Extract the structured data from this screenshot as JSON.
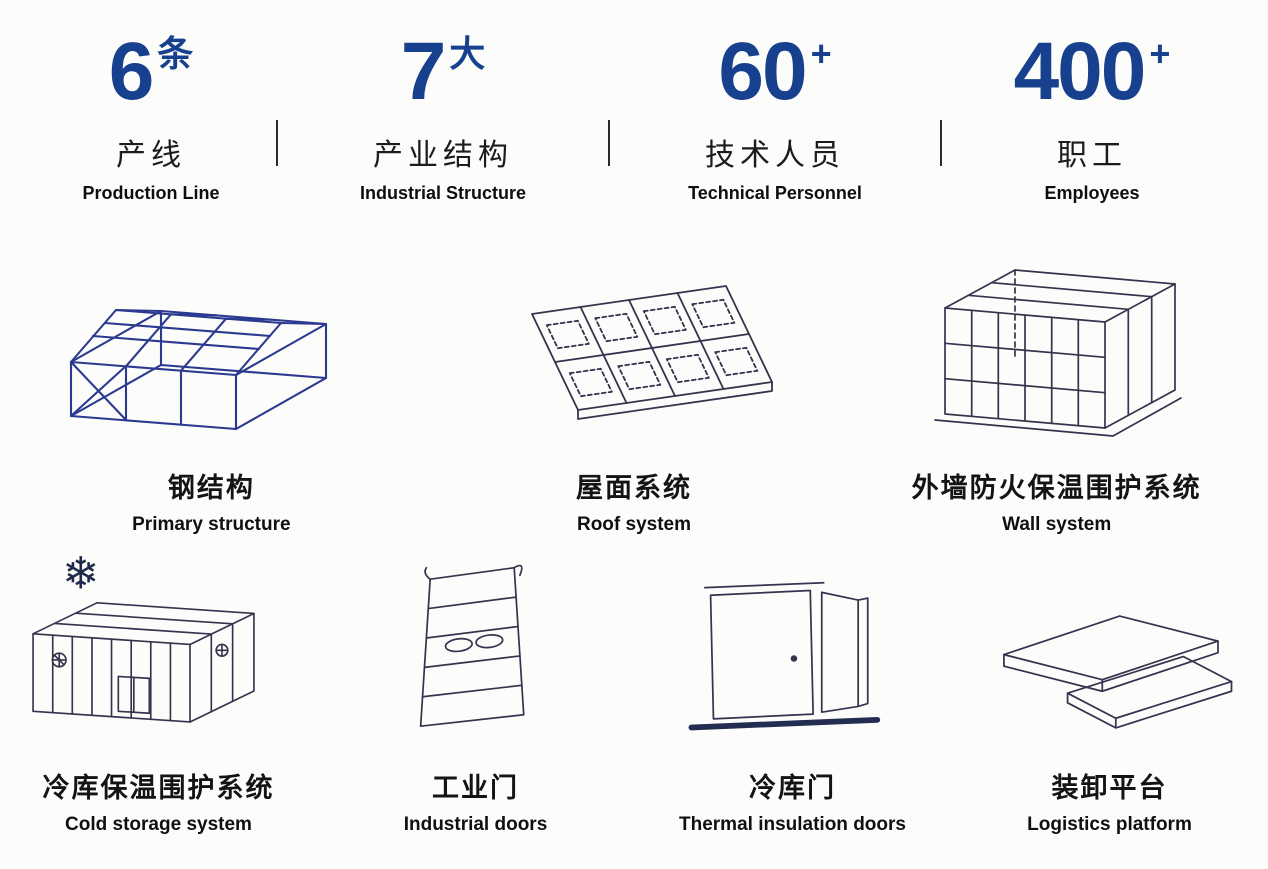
{
  "stats": [
    {
      "number": "6",
      "suffix": "条",
      "zh": "产线",
      "en": "Production Line"
    },
    {
      "number": "7",
      "suffix": "大",
      "zh": "产业结构",
      "en": "Industrial Structure"
    },
    {
      "number": "60",
      "suffix": "+",
      "zh": "技术人员",
      "en": "Technical Personnel"
    },
    {
      "number": "400",
      "suffix": "+",
      "zh": "职工",
      "en": "Employees"
    }
  ],
  "products": [
    {
      "zh": "钢结构",
      "en": "Primary structure",
      "icon": "steel-structure-illustration"
    },
    {
      "zh": "屋面系统",
      "en": "Roof system",
      "icon": "roof-system-illustration"
    },
    {
      "zh": "外墙防火保温围护系统",
      "en": "Wall system",
      "icon": "wall-system-illustration"
    },
    {
      "zh": "冷库保温围护系统",
      "en": "Cold storage system",
      "icon": "cold-storage-illustration"
    },
    {
      "zh": "工业门",
      "en": "Industrial doors",
      "icon": "industrial-door-illustration"
    },
    {
      "zh": "冷库门",
      "en": "Thermal insulation doors",
      "icon": "thermal-door-illustration"
    },
    {
      "zh": "装卸平台",
      "en": "Logistics platform",
      "icon": "dock-leveler-illustration"
    }
  ],
  "colors": {
    "accent": "#17418e",
    "steel_line": "#2b3990",
    "ink_line": "#34344e",
    "background": "#fcfcfa"
  }
}
